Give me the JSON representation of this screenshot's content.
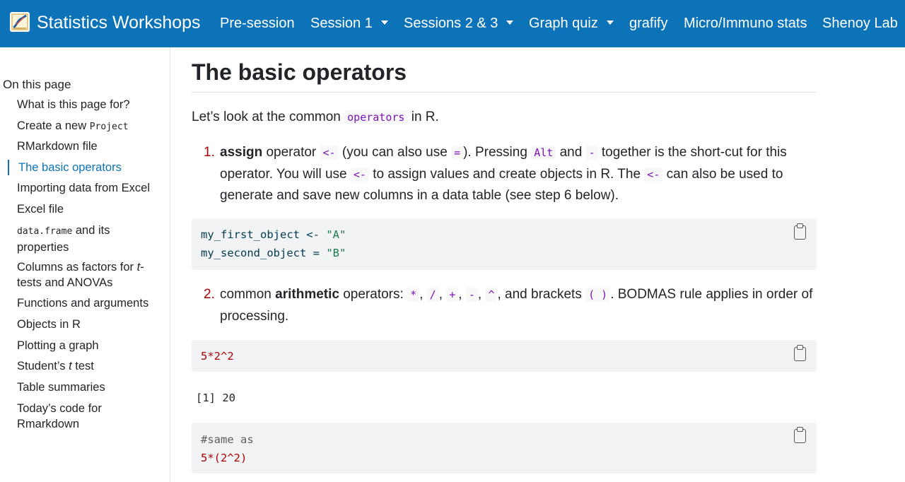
{
  "navbar": {
    "brand": "Statistics Workshops",
    "items": [
      {
        "label": "Pre-session",
        "dropdown": false
      },
      {
        "label": "Session 1",
        "dropdown": true
      },
      {
        "label": "Sessions 2 & 3",
        "dropdown": true
      },
      {
        "label": "Graph quiz",
        "dropdown": true
      },
      {
        "label": "grafify",
        "dropdown": false
      },
      {
        "label": "Micro/Immuno stats",
        "dropdown": false
      },
      {
        "label": "Shenoy Lab",
        "dropdown": false
      }
    ]
  },
  "toc": {
    "title": "On this page",
    "items": [
      {
        "label": "What is this page for?"
      },
      {
        "label_prefix": "Create a new ",
        "code": "Project"
      },
      {
        "label": "RMarkdown file"
      },
      {
        "label": "The basic operators",
        "active": true
      },
      {
        "label": "Importing data from Excel"
      },
      {
        "label": "Excel file"
      },
      {
        "code": "data.frame",
        "label_suffix": " and its",
        "line2": "properties"
      },
      {
        "label": "Columns as factors for ",
        "italic": "t",
        "label_suffix": "-",
        "line2": "tests and ANOVAs"
      },
      {
        "label": "Functions and arguments"
      },
      {
        "label": "Objects in R"
      },
      {
        "label": "Plotting a graph"
      },
      {
        "label": "Student’s ",
        "italic": "t",
        "label_suffix": " test"
      },
      {
        "label": "Table summaries"
      },
      {
        "label": "Today’s code for",
        "line2": "Rmarkdown"
      }
    ]
  },
  "main": {
    "heading": "The basic operators",
    "intro": {
      "before": "Let’s look at the common ",
      "code": "operators",
      "after": " in R."
    },
    "list1": {
      "number": "1.",
      "bold": "assign",
      "t1": " operator ",
      "c1": "<-",
      "t2": " (you can also use ",
      "c2": "=",
      "t3": "). Pressing ",
      "c3": "Alt",
      "t4": " and ",
      "c4": "-",
      "t5": " together is the short-cut for this operator. You will use ",
      "c5": "<-",
      "t6": " to assign values and create objects in R. The ",
      "c6": "<-",
      "t7": " can also be used to generate and save new columns in a data table (see step 6 below)."
    },
    "code1": {
      "line1_code": "my_first_object <- ",
      "line1_str": "\"A\"",
      "line2_code": "my_second_object = ",
      "line2_str": "\"B\""
    },
    "list2": {
      "number": "2.",
      "t1": "common ",
      "bold": "arithmetic",
      "t2": " operators: ",
      "ops": [
        "*",
        "/",
        "+",
        "-",
        "^"
      ],
      "sep": ", ",
      "t3": ", and brackets ",
      "brackets": "( )",
      "t4": ". BODMAS rule applies in order of processing."
    },
    "code2": {
      "line1": "5*2^2"
    },
    "output1": "[1] 20",
    "code3": {
      "comment": "#same as",
      "line2": "5*(2^2)"
    }
  }
}
